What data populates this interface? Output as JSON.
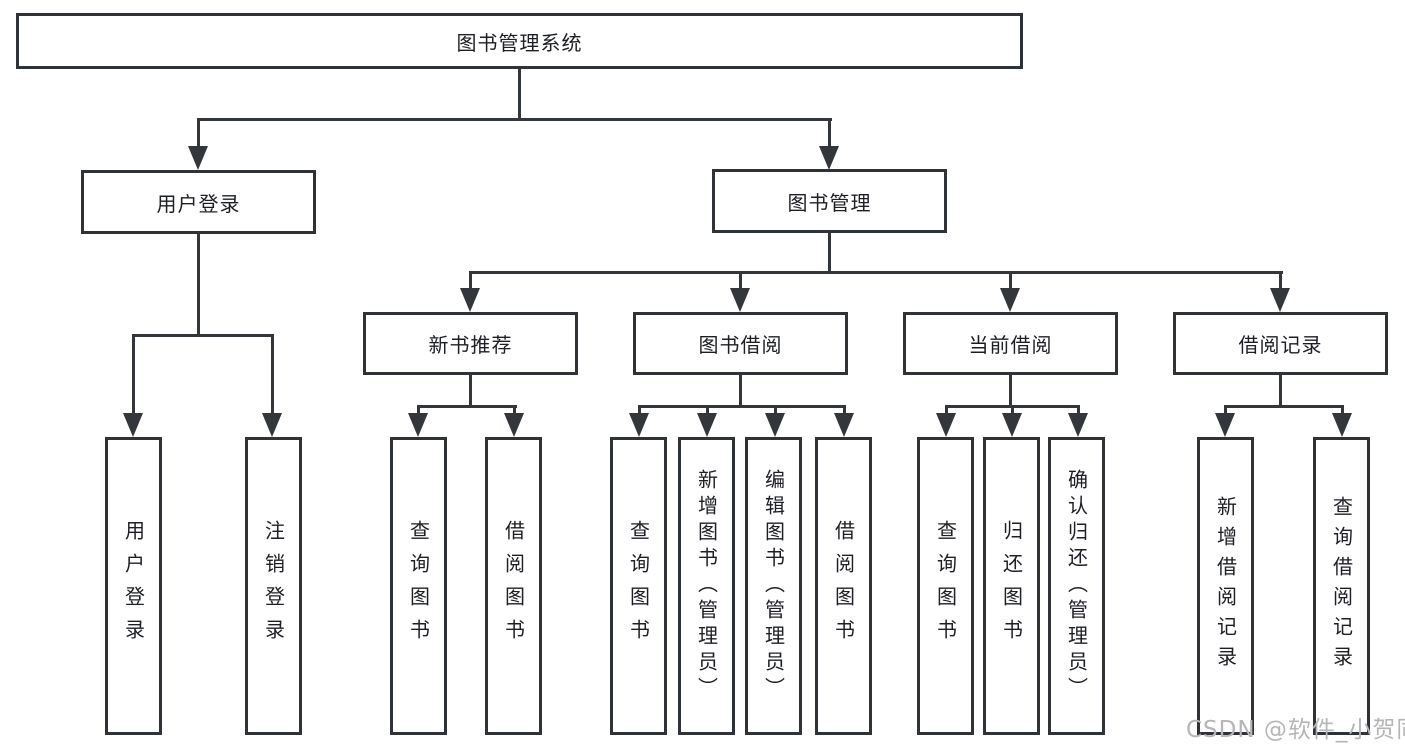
{
  "tree": {
    "label": "图书管理系统",
    "children": [
      {
        "label": "用户登录",
        "children": [
          {
            "label": "用户登录"
          },
          {
            "label": "注销登录"
          }
        ]
      },
      {
        "label": "图书管理",
        "children": [
          {
            "label": "新书推荐",
            "children": [
              {
                "label": "查询图书"
              },
              {
                "label": "借阅图书"
              }
            ]
          },
          {
            "label": "图书借阅",
            "children": [
              {
                "label": "查询图书"
              },
              {
                "label": "新增图书（管理员）"
              },
              {
                "label": "编辑图书（管理员）"
              },
              {
                "label": "借阅图书"
              }
            ]
          },
          {
            "label": "当前借阅",
            "children": [
              {
                "label": "查询图书"
              },
              {
                "label": "归还图书"
              },
              {
                "label": "确认归还（管理员）"
              }
            ]
          },
          {
            "label": "借阅记录",
            "children": [
              {
                "label": "新增借阅记录"
              },
              {
                "label": "查询借阅记录"
              }
            ]
          }
        ]
      }
    ]
  },
  "watermark": {
    "text": "CSDN @软件_小贺同学"
  },
  "colors": {
    "line": "#33363b",
    "box_border": "#2f3237",
    "text": "#1d1f24",
    "watermark": "#b6b6b6",
    "background": "#ffffff"
  }
}
